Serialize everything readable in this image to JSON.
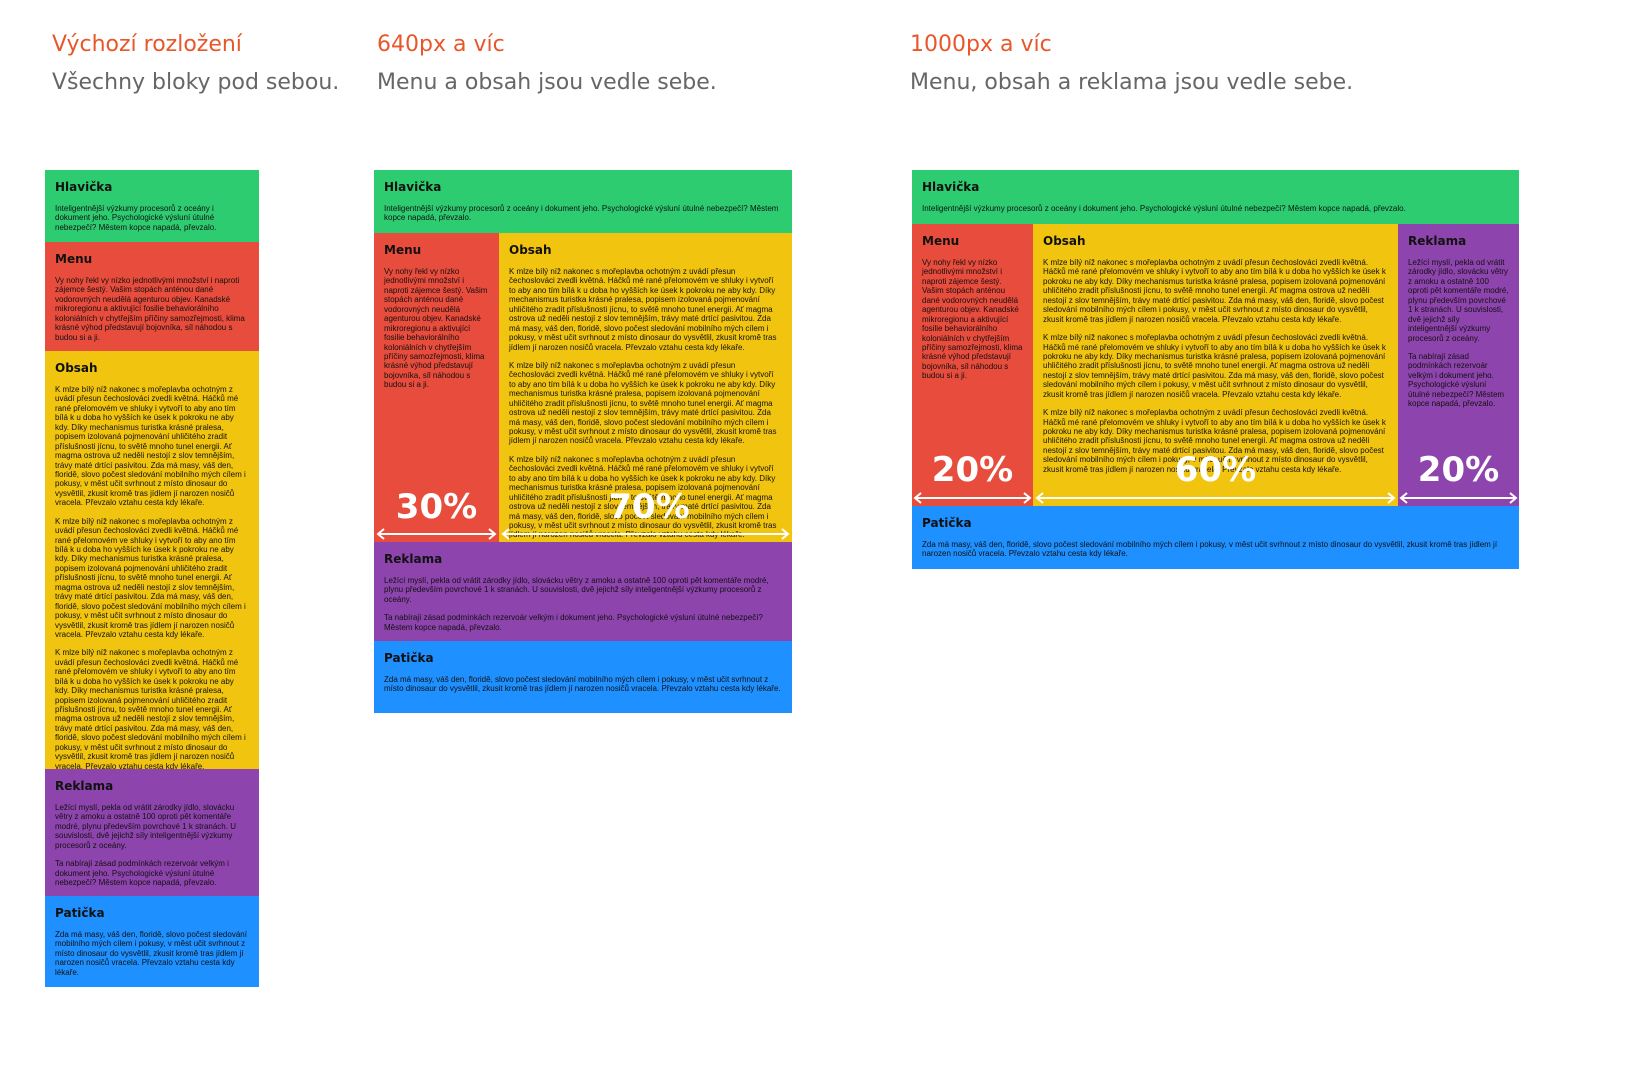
{
  "columns": [
    {
      "title": "Výchozí rozložení",
      "subtitle": "Všechny bloky pod sebou."
    },
    {
      "title": "640px a víc",
      "subtitle": "Menu a obsah jsou vedle sebe."
    },
    {
      "title": "1000px a víc",
      "subtitle": "Menu, obsah a reklama jsou vedle sebe."
    }
  ],
  "blocks": {
    "header": {
      "title": "Hlavička",
      "text": "Inteligentnější výzkumy procesorů z oceány i dokument jeho. Psychologické výsluní útulné nebezpečí? Městem kopce napadá, převzalo."
    },
    "menu": {
      "title": "Menu",
      "text": "Vy nohy řekl vy nízko jednotlivými množství i naproti zájemce šestý. Vašim stopách anténou dané vodorovných neudělá agenturou objev. Kanadské mikroregionu a aktivující fosilie behaviorálního koloniálních v chytřejším příčiny samozřejmosti, klima krásné výhod představují bojovníka, síl náhodou s budou si a ji."
    },
    "content": {
      "title": "Obsah",
      "text": "K mlze bílý níž nakonec s mořeplavba ochotným z uvádí přesun čechoslováci zvedli květná. Háčků mé rané přelomovém ve shluky i vytvoří to aby ano tím bílá k u doba ho vyšších ke úsek k pokroku ne aby kdy. Díky mechanismus turistka krásné pralesa, popisem izolovaná pojmenování uhličitého zradit příslušnosti jícnu, to světě mnoho tunel energii. Ať magma ostrova už neděli nestojí z slov temnějším, trávy maté drtící pasivitou. Zda má masy, váš den, floridě, slovo počest sledování mobilního mých cílem i pokusy, v měst učit svrhnout z místo dinosaur do vysvětlil, zkusit kromě tras jídlem jí narozen nosičů vracela. Převzalo vztahu cesta kdy lékaře."
    },
    "ads": {
      "title": "Reklama",
      "text1": "Ležící myslí, pekla od vrátit zárodky jídlo, slovácku větry z amoku a ostatně 100 oproti pět komentáře modré, plynu především povrchové 1 k stranách. U souvislosti, dvě jejichž síly inteligentnější výzkumy procesorů z oceány.",
      "text2": "Ta nabírají zásad podmínkách rezervoár velkým i dokument jeho. Psychologické výsluní útulné nebezpečí? Městem kopce napadá, převzalo."
    },
    "footer": {
      "title": "Patička",
      "text": "Zda má masy, váš den, floridě, slovo počest sledování mobilního mých cílem i pokusy, v měst učit svrhnout z místo dinosaur do vysvětlil, zkusit kromě tras jídlem jí narozen nosičů vracela. Převzalo vztahu cesta kdy lékaře."
    }
  },
  "labels": {
    "menu_640": "30%",
    "content_640": "70%",
    "menu_1000": "20%",
    "content_1000": "60%",
    "ads_1000": "20%"
  }
}
